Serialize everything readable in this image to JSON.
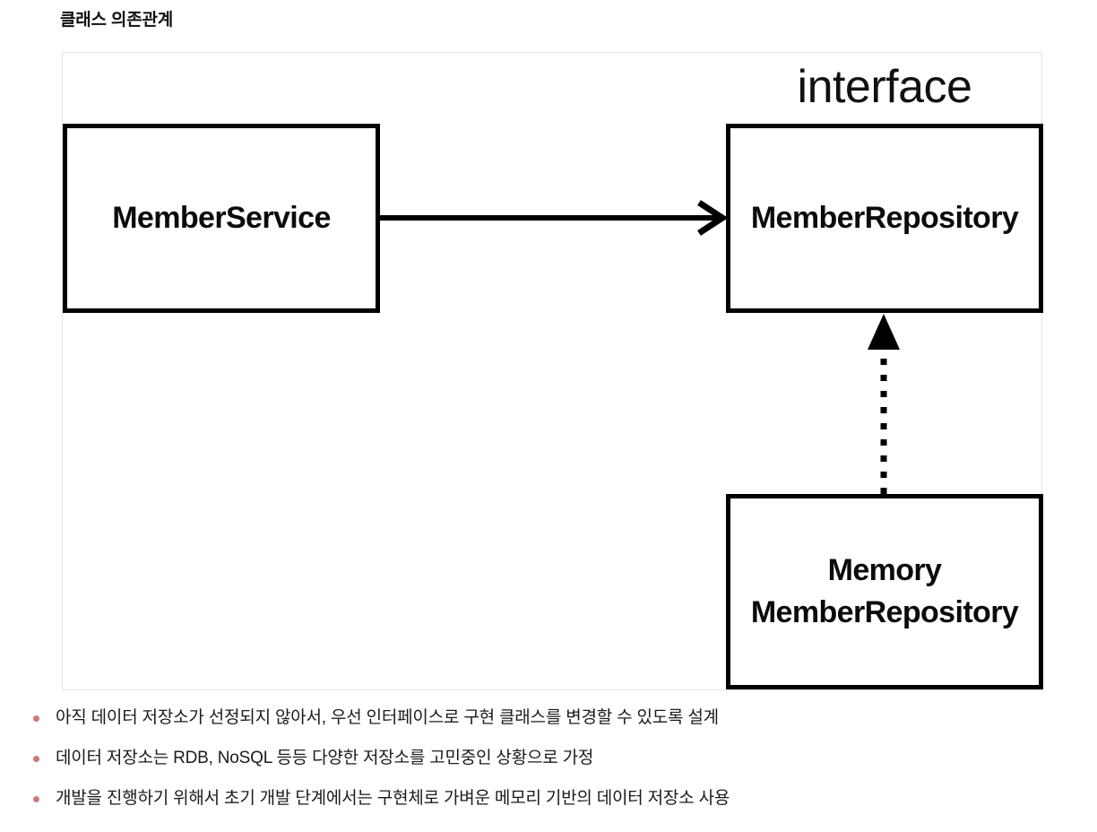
{
  "page": {
    "title": "클래스 의존관계",
    "background": "#ffffff"
  },
  "diagram": {
    "type": "uml-class-dependency",
    "frame_border_color": "#e2e2e2",
    "stereotype": {
      "label": "interface",
      "applies_to": "MemberRepository"
    },
    "nodes": [
      {
        "id": "member-service",
        "label": "MemberService",
        "kind": "class"
      },
      {
        "id": "member-repository",
        "label": "MemberRepository",
        "kind": "interface"
      },
      {
        "id": "memory-member-repository",
        "label": "Memory\nMemberRepository",
        "kind": "class"
      }
    ],
    "edges": [
      {
        "id": "dependency",
        "from": "member-service",
        "to": "member-repository",
        "style": "solid",
        "arrowhead": "open",
        "relation": "association"
      },
      {
        "id": "realization",
        "from": "memory-member-repository",
        "to": "member-repository",
        "style": "dotted",
        "arrowhead": "closed-triangle",
        "relation": "implements"
      }
    ]
  },
  "notes": {
    "bullet_color": "#c97b7b",
    "items": [
      "아직 데이터 저장소가 선정되지 않아서, 우선 인터페이스로 구현 클래스를 변경할 수 있도록 설계",
      "데이터 저장소는 RDB, NoSQL 등등 다양한 저장소를 고민중인 상황으로 가정",
      "개발을 진행하기 위해서 초기 개발 단계에서는 구현체로 가벼운 메모리 기반의 데이터 저장소 사용"
    ]
  }
}
